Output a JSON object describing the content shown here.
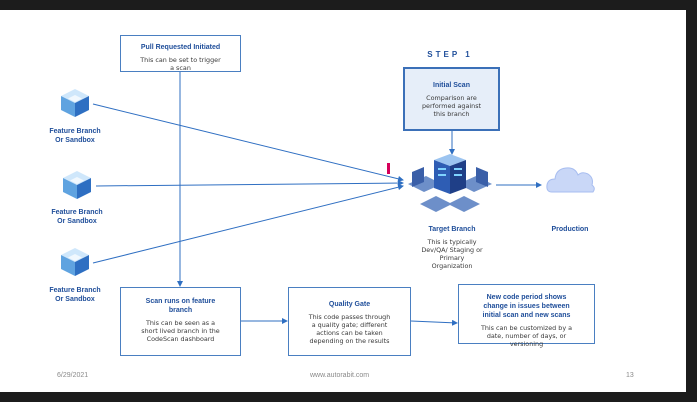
{
  "step_label": "STEP 1",
  "sources": [
    {
      "label_line1": "Feature Branch",
      "label_line2": "Or Sandbox"
    },
    {
      "label_line1": "Feature Branch",
      "label_line2": "Or Sandbox"
    },
    {
      "label_line1": "Feature Branch",
      "label_line2": "Or Sandbox"
    }
  ],
  "pull_request": {
    "title": "Pull Requested Initiated",
    "desc_line1": "This can be set to trigger",
    "desc_line2": "a scan"
  },
  "initial_scan": {
    "title": "Initial Scan",
    "desc_line1": "Comparison are",
    "desc_line2": "performed against",
    "desc_line3": "this branch"
  },
  "target_branch": {
    "title": "Target Branch",
    "desc_line1": "This is typically",
    "desc_line2": "Dev/QA/ Staging or",
    "desc_line3": "Primary",
    "desc_line4": "Organization"
  },
  "production": {
    "label": "Production"
  },
  "scan_feature": {
    "title_line1": "Scan runs on feature",
    "title_line2": "branch",
    "desc_line1": "This can be seen as a",
    "desc_line2": "short lived branch in the",
    "desc_line3": "CodeScan dashboard"
  },
  "quality_gate": {
    "title": "Quality Gate",
    "desc_line1": "This code passes through",
    "desc_line2": "a quality gate; different",
    "desc_line3": "actions can be taken",
    "desc_line4": "depending on the results"
  },
  "new_code": {
    "title_line1": "New code period shows",
    "title_line2": "change in issues between",
    "title_line3": "initial scan and new scans",
    "desc_line1": "This can be customized by a",
    "desc_line2": "date, number of days, or",
    "desc_line3": "versioning"
  },
  "footer": {
    "date": "6/29/2021",
    "url": "www.autorabit.com",
    "page": "13"
  },
  "colors": {
    "accent": "#1f4e9a",
    "line": "#2f6fc2",
    "marker": "#d6005a",
    "frame": "#1c1c1c"
  },
  "icons": {
    "source": "cube-stack-icon",
    "target": "server-laptops-icon",
    "production": "cloud-icon"
  }
}
